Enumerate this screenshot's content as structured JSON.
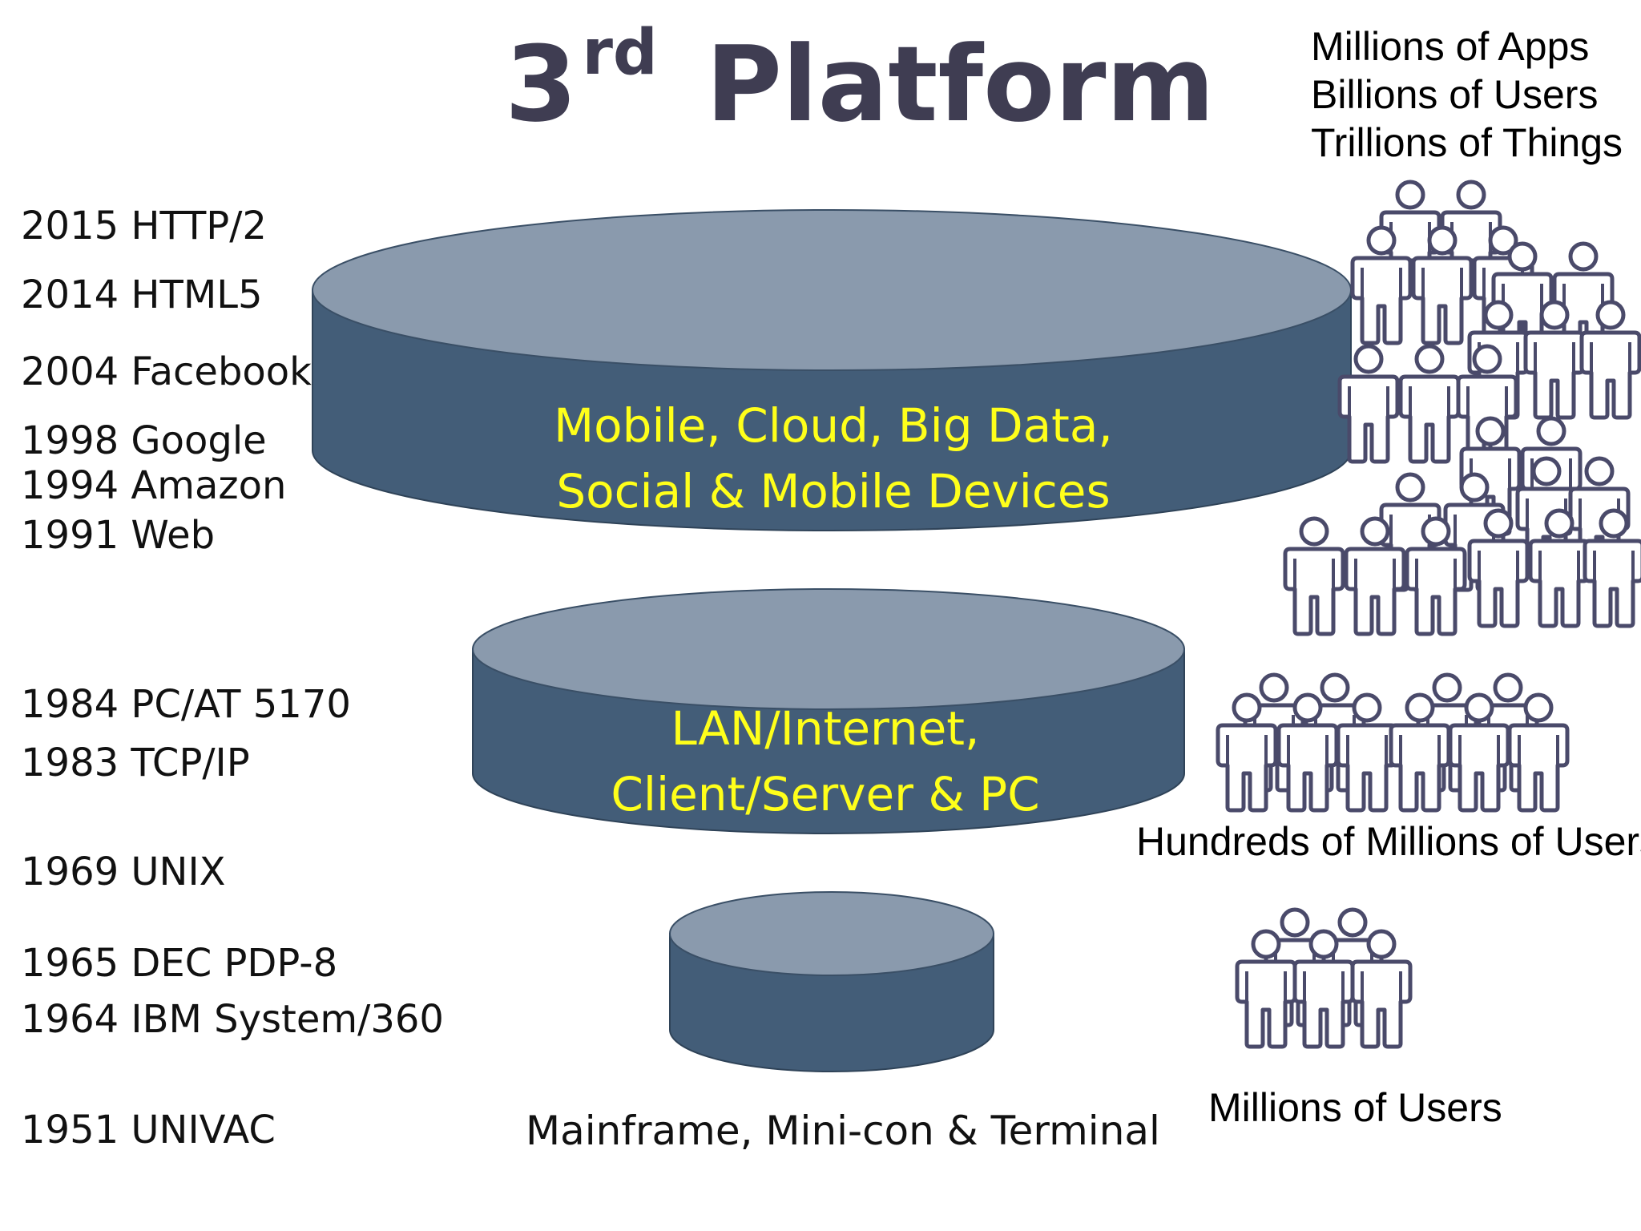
{
  "title": {
    "main": "3",
    "superscript": "rd",
    "word": "Platform"
  },
  "timeline": [
    "2015 HTTP/2",
    "2014 HTML5",
    "2004 Facebook",
    "1998 Google",
    "1994 Amazon",
    "1991 Web",
    "1984 PC/AT 5170",
    "1983 TCP/IP",
    "1969 UNIX",
    "1965 DEC PDP-8",
    "1964 IBM System/360",
    "1951 UNIVAC"
  ],
  "platforms": {
    "third": {
      "line1": "Mobile, Cloud, Big Data,",
      "line2": "Social & Mobile Devices"
    },
    "second": {
      "line1": "LAN/Internet,",
      "line2": "Client/Server & PC"
    },
    "first": {
      "label": "Mainframe, Mini-con & Terminal"
    }
  },
  "scale": {
    "third": [
      "Millions of Apps",
      "Billions of Users",
      "Trillions of Things"
    ],
    "second": "Hundreds of Millions of Users",
    "first": "Millions of Users"
  },
  "colors": {
    "disk_top": "#8a9aad",
    "disk_side": "#435d78",
    "disk_label": "#ffff1a",
    "title": "#3f3d52",
    "person_outline": "#4a4a6a"
  },
  "icons": {
    "people": "person-outline-icon"
  }
}
